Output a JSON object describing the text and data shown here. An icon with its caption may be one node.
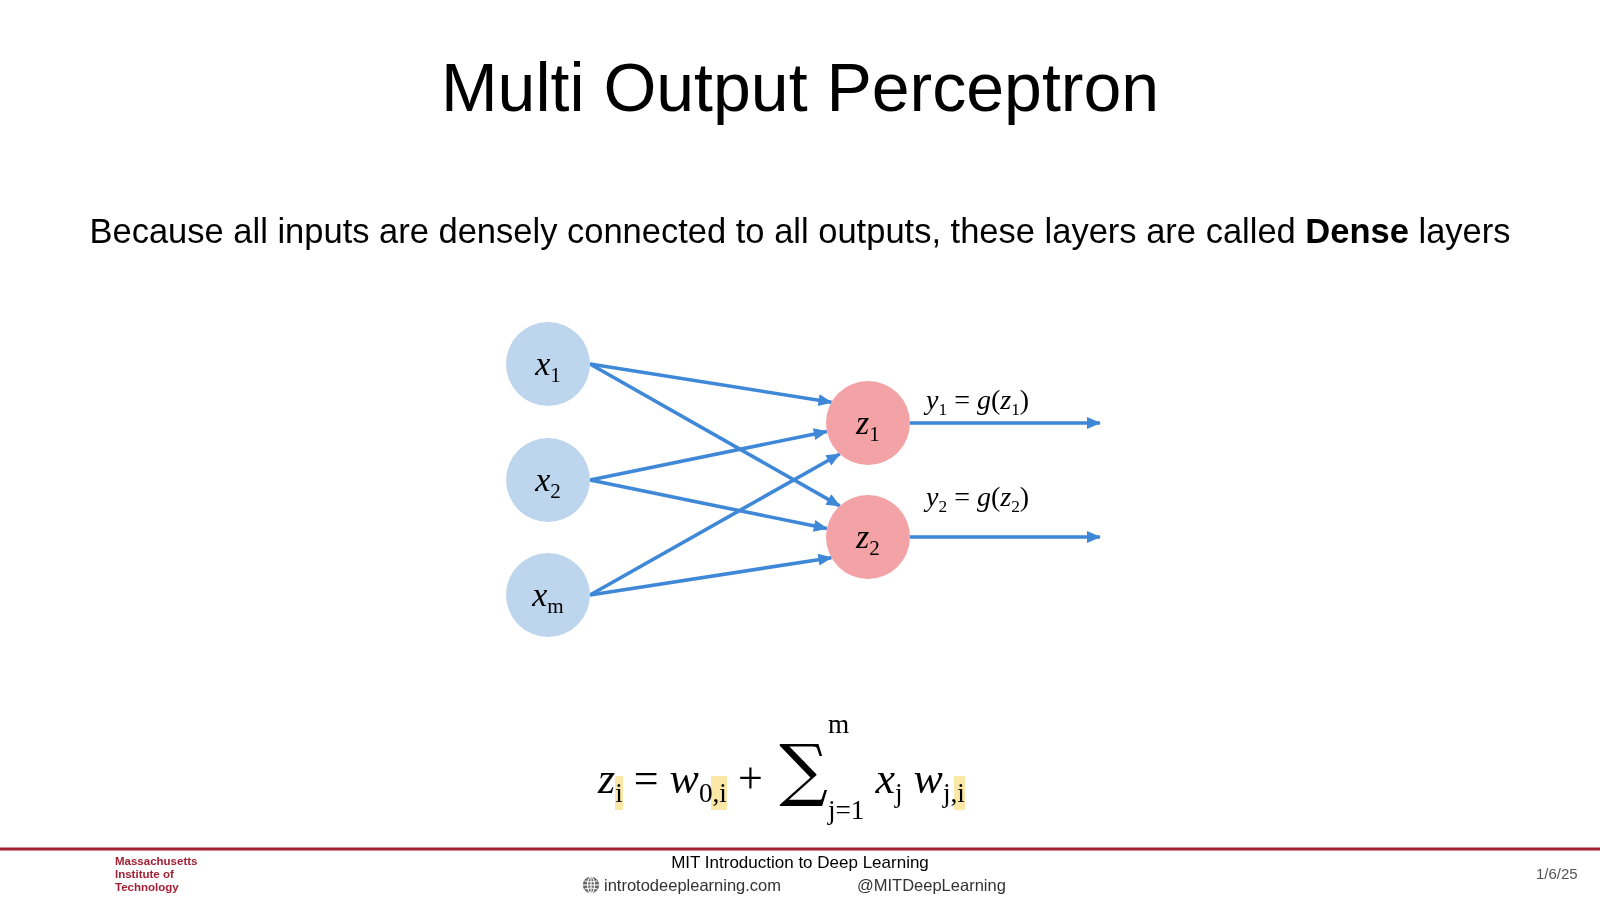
{
  "diagram": {
    "title": "Multi Output Perceptron",
    "nodes": [
      {
        "text": [
          "*x*$_{1}$"
        ]
      },
      {
        "text": [
          "*x*$_{2}$"
        ]
      },
      {
        "text": [
          "*x*$_{m}$"
        ]
      },
      {
        "text": [
          "*z*$_{1}$"
        ]
      },
      {
        "text": [
          "*z*$_{2}$"
        ]
      }
    ],
    "edges": [
      {
        "from": 0,
        "to": 3,
        "arrow": "to"
      },
      {
        "from": 0,
        "to": 4,
        "arrow": "to"
      },
      {
        "from": 1,
        "to": 3,
        "arrow": "to"
      },
      {
        "from": 1,
        "to": 4,
        "arrow": "to"
      },
      {
        "from": 2,
        "to": 3,
        "arrow": "to"
      },
      {
        "from": 2,
        "to": 4,
        "arrow": "to"
      },
      {
        "from": 3,
        "to": null,
        "arrow": "to",
        "label": "*y*$_{1}$ = *g*(*z*$_{1}$)"
      },
      {
        "from": 4,
        "to": null,
        "arrow": "to",
        "label": "*y*$_{2}$ = *g*(*z*$_{2}$)"
      }
    ],
    "labels": [
      "Because all inputs are densely connected to all outputs, these layers are called **Dense** layers",
      "*z*$_{i}$ = *w*$_{0,i}$ + ∑$^{m}$$_{j=1}$ *x*$_{j}$ *w*$_{j,i}$",
      "Massachusetts Institute of Technology",
      "MIT Introduction to Deep Learning",
      "introtodeeplearning.com",
      "@MITDeepLearning",
      "1/6/25"
    ]
  }
}
